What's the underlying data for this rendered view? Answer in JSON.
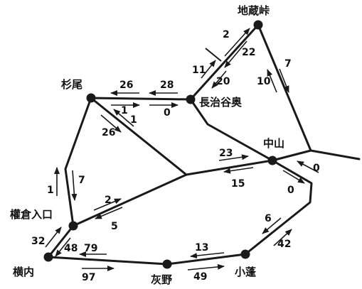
{
  "places": {
    "jizo_pass": "地蔵峠",
    "sugio": "杉尾",
    "hasejidani_oku": "長治谷奥",
    "nakayama": "中山",
    "kurakura_entrance": "權倉入口",
    "yokouchi": "横内",
    "haino": "灰野",
    "kohachi": "小蓬"
  },
  "counts": {
    "jizo_2": "2",
    "jizo_22": "22",
    "jizo_11": "11",
    "jizo_20": "20",
    "jizo_7": "7",
    "jizo_10": "10",
    "top_26": "26",
    "top_28": "28",
    "top_1": "1",
    "top_0": "0",
    "diag_26": "26",
    "diag_1": "1",
    "left_1": "1",
    "left_7": "7",
    "mid_23": "23",
    "mid_15": "15",
    "mid_2": "2",
    "mid_5": "5",
    "right_0a": "0",
    "right_0b": "0",
    "right_6": "6",
    "right_42": "42",
    "yoko_32": "32",
    "yoko_48": "48",
    "bot_79": "79",
    "bot_97": "97",
    "bot_13": "13",
    "bot_49": "49"
  }
}
